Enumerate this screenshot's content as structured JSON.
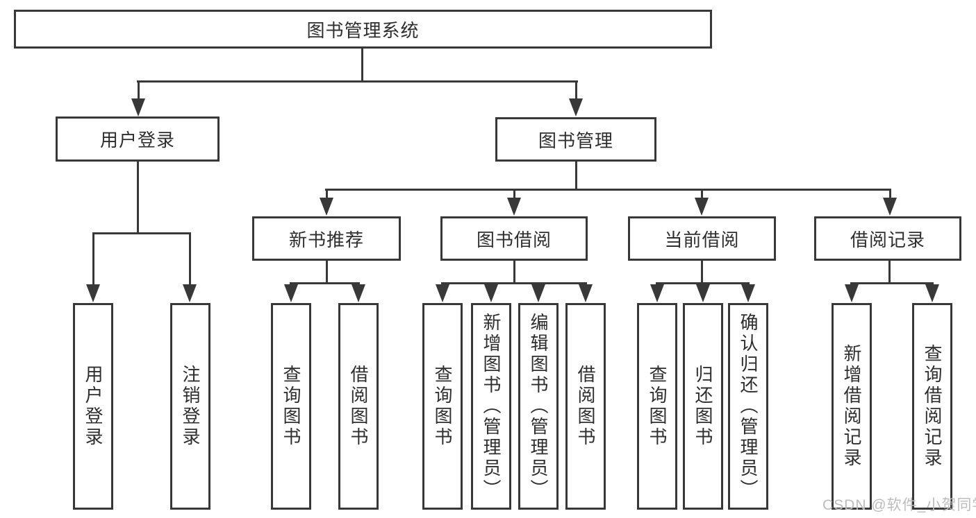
{
  "colors": {
    "line": "#383838",
    "border": "#383838",
    "text": "#2e2e2e",
    "watermark_text": "#bcbcbc",
    "background": "#ffffff"
  },
  "watermark": {
    "text": "CSDN @软件_小贺同学"
  },
  "tree": {
    "root": {
      "label": "图书管理系统"
    },
    "level2": [
      {
        "label": "用户登录",
        "children": [
          {
            "label": "用户登录"
          },
          {
            "label": "注销登录"
          }
        ]
      },
      {
        "label": "图书管理",
        "children": [
          {
            "label": "新书推荐",
            "children": [
              {
                "label": "查询图书"
              },
              {
                "label": "借阅图书"
              }
            ]
          },
          {
            "label": "图书借阅",
            "children": [
              {
                "label": "查询图书"
              },
              {
                "label": "新增图书（管理员）"
              },
              {
                "label": "编辑图书（管理员）"
              },
              {
                "label": "借阅图书"
              }
            ]
          },
          {
            "label": "当前借阅",
            "children": [
              {
                "label": "查询图书"
              },
              {
                "label": "归还图书"
              },
              {
                "label": "确认归还（管理员）"
              }
            ]
          },
          {
            "label": "借阅记录",
            "children": [
              {
                "label": "新增借阅记录"
              },
              {
                "label": "查询借阅记录"
              }
            ]
          }
        ]
      }
    ]
  }
}
